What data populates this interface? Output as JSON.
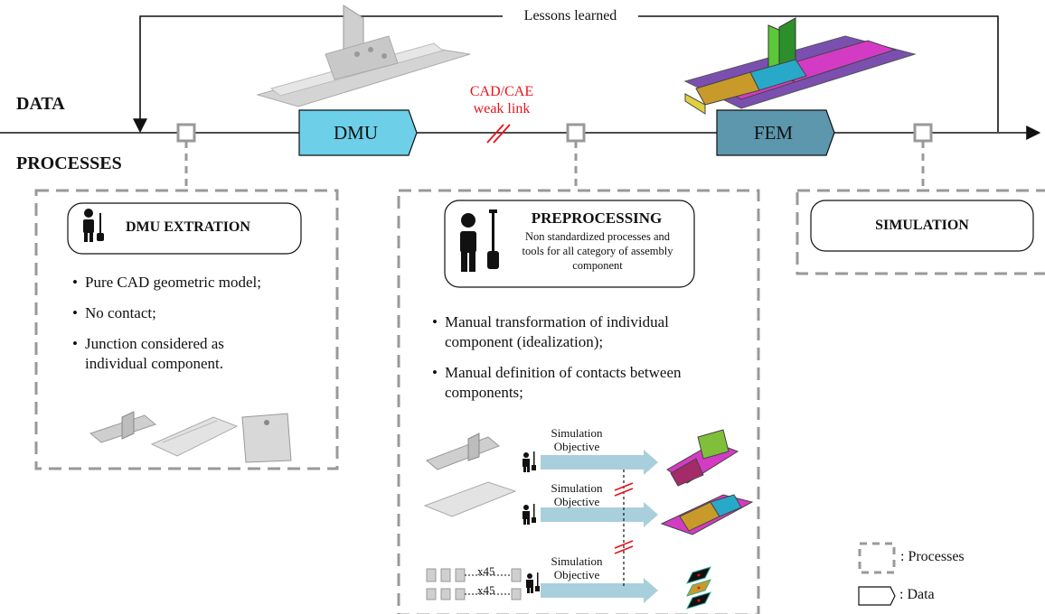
{
  "header": {
    "lessons_learned": "Lessons learned",
    "data_label": "DATA",
    "processes_label": "PROCESSES"
  },
  "data_flow": {
    "dmu": "DMU",
    "fem": "FEM",
    "weak_link_line1": "CAD/CAE",
    "weak_link_line2": "weak link"
  },
  "dmu_extraction": {
    "title": "DMU EXTRATION",
    "bullets": [
      "Pure CAD geometric model;",
      "No contact;",
      "Junction considered as individual component."
    ]
  },
  "preprocessing": {
    "title": "PREPROCESSING",
    "subtitle": "Non standardized processes and tools for all category of assembly component",
    "bullets": [
      "Manual transformation of individual component (idealization);",
      "Manual definition of contacts between components;"
    ],
    "rows": [
      {
        "label": "Simulation Objective"
      },
      {
        "label": "Simulation Objective"
      },
      {
        "label": "Simulation Objective"
      }
    ],
    "multiplier_1": "x45",
    "multiplier_2": "x45"
  },
  "simulation": {
    "title": "SIMULATION"
  },
  "legend": {
    "processes": ": Processes",
    "data": ": Data"
  },
  "colors": {
    "dmu_fill": "#6dcfe8",
    "fem_fill": "#5c97ad",
    "weak_link": "#e8141b",
    "arrow_fill": "#a9cfdc",
    "dashed_border": "#999999"
  }
}
